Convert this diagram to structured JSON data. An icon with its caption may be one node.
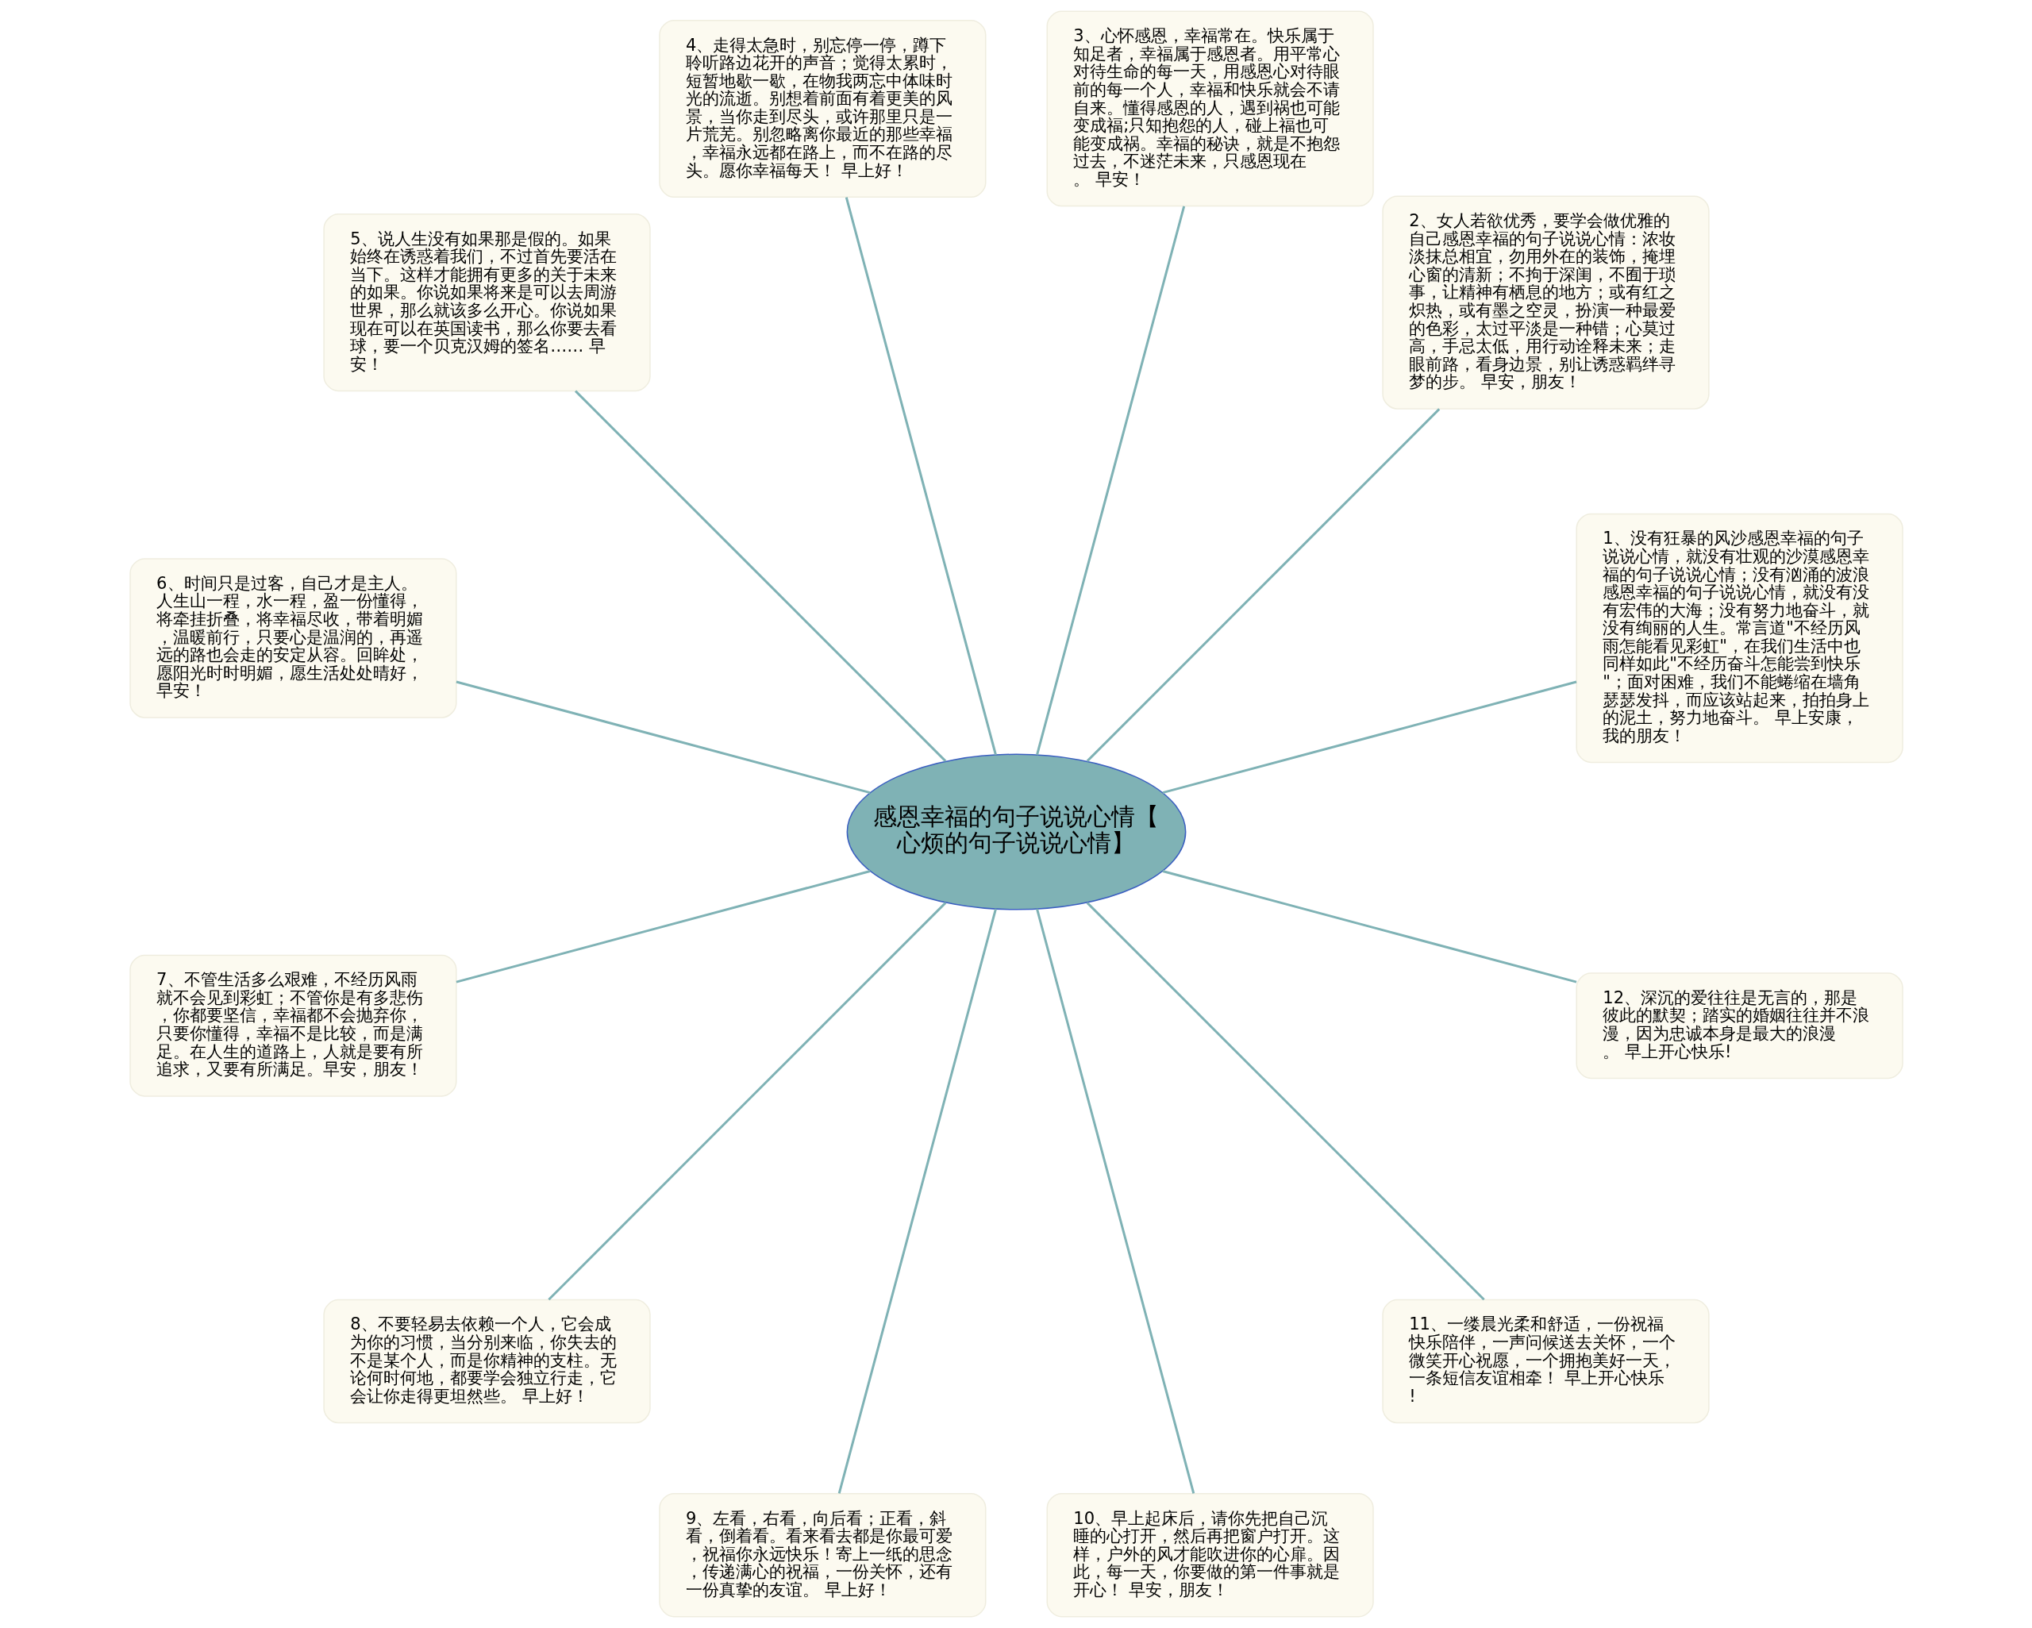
{
  "diagram": {
    "nodes": [
      {
        "text": [
          "感恩幸福的句子说说心情【心烦的句子说说心情】"
        ]
      },
      {
        "text": [
          "1、没有狂暴的风沙感恩幸福的句子说说心情，就没有壮观的沙漠感恩幸福的句子说说心情；没有汹涌的波浪感恩幸福的句子说说心情，就没有没有宏伟的大海；没有努力地奋斗，就没有绚丽的人生。常言道\"不经历风雨怎能看见彩虹\"，在我们生活中也同样如此\"不经历奋斗怎能尝到快乐\"；面对困难，我们不能蜷缩在墙角瑟瑟发抖，而应该站起来，拍拍身上的泥土，努力地奋斗。 早上安康，我的朋友！"
        ]
      },
      {
        "text": [
          "2、女人若欲优秀，要学会做优雅的自己感恩幸福的句子说说心情：浓妆淡抹总相宜，勿用外在的装饰，掩埋心窗的清新；不拘于深闺，不囿于琐事，让精神有栖息的地方；或有红之炽热，或有墨之空灵，扮演一种最爱的色彩，太过平淡是一种错；心莫过高，手忌太低，用行动诠释未来；走眼前路，看身边景，别让诱惑羁绊寻梦的步。 早安，朋友！"
        ]
      },
      {
        "text": [
          "3、心怀感恩，幸福常在。快乐属于知足者，幸福属于感恩者。用平常心对待生命的每一天，用感恩心对待眼前的每一个人，幸福和快乐就会不请自来。懂得感恩的人，遇到祸也可能变成福;只知抱怨的人，碰上福也可能变成祸。幸福的秘诀，就是不抱怨过去，不迷茫未来，只感恩现在。 早安！"
        ]
      },
      {
        "text": [
          "4、走得太急时，别忘停一停，蹲下聆听路边花开的声音；觉得太累时，短暂地歇一歇，在物我两忘中体味时光的流逝。别想着前面有着更美的风景，当你走到尽头，或许那里只是一片荒芜。别忽略离你最近的那些幸福，幸福永远都在路上，而不在路的尽头。愿你幸福每天！ 早上好！"
        ]
      },
      {
        "text": [
          "5、说人生没有如果那是假的。如果始终在诱惑着我们，不过首先要活在当下。这样才能拥有更多的关于未来的如果。你说如果将来是可以去周游世界，那么就该多么开心。你说如果现在可以在英国读书，那么你要去看球，要一个贝克汉姆的签名…… 早安！"
        ]
      },
      {
        "text": [
          "6、时间只是过客，自己才是主人。人生山一程，水一程，盈一份懂得，将牵挂折叠，将幸福尽收，带着明媚，温暖前行，只要心是温润的，再遥远的路也会走的安定从容。回眸处，愿阳光时时明媚，愿生活处处晴好，早安！"
        ]
      },
      {
        "text": [
          "7、不管生活多么艰难，不经历风雨就不会见到彩虹；不管你是有多悲伤，你都要坚信，幸福都不会抛弃你，只要你懂得，幸福不是比较，而是满足。在人生的道路上，人就是要有所追求，又要有所满足。早安，朋友！"
        ]
      },
      {
        "text": [
          "8、不要轻易去依赖一个人，它会成为你的习惯，当分别来临，你失去的不是某个人，而是你精神的支柱。无论何时何地，都要学会独立行走，它会让你走得更坦然些。 早上好！"
        ]
      },
      {
        "text": [
          "9、左看，右看，向后看；正看，斜看，倒着看。看来看去都是你最可爱，祝福你永远快乐！寄上一纸的思念，传递满心的祝福，一份关怀，还有一份真挚的友谊。 早上好！"
        ]
      },
      {
        "text": [
          "10、早上起床后，请你先把自己沉睡的心打开，然后再把窗户打开。这样，户外的风才能吹进你的心扉。因此，每一天，你要做的第一件事就是开心！ 早安，朋友！"
        ]
      },
      {
        "text": [
          "11、一缕晨光柔和舒适，一份祝福快乐陪伴，一声问候送去关怀，一个微笑开心祝愿，一个拥抱美好一天，一条短信友谊相牵！ 早上开心快乐!"
        ]
      },
      {
        "text": [
          "12、深沉的爱往往是无言的，那是彼此的默契；踏实的婚姻往往并不浪漫，因为忠诚本身是最大的浪漫。 早上开心快乐!"
        ]
      }
    ],
    "edges": [
      {
        "from": 0,
        "to": 1,
        "arrow": "none"
      },
      {
        "from": 0,
        "to": 2,
        "arrow": "none"
      },
      {
        "from": 0,
        "to": 3,
        "arrow": "none"
      },
      {
        "from": 0,
        "to": 4,
        "arrow": "none"
      },
      {
        "from": 0,
        "to": 5,
        "arrow": "none"
      },
      {
        "from": 0,
        "to": 6,
        "arrow": "none"
      },
      {
        "from": 0,
        "to": 7,
        "arrow": "none"
      },
      {
        "from": 0,
        "to": 8,
        "arrow": "none"
      },
      {
        "from": 0,
        "to": 9,
        "arrow": "none"
      },
      {
        "from": 0,
        "to": 10,
        "arrow": "none"
      },
      {
        "from": 0,
        "to": 11,
        "arrow": "none"
      },
      {
        "from": 0,
        "to": 12,
        "arrow": "none"
      }
    ]
  }
}
